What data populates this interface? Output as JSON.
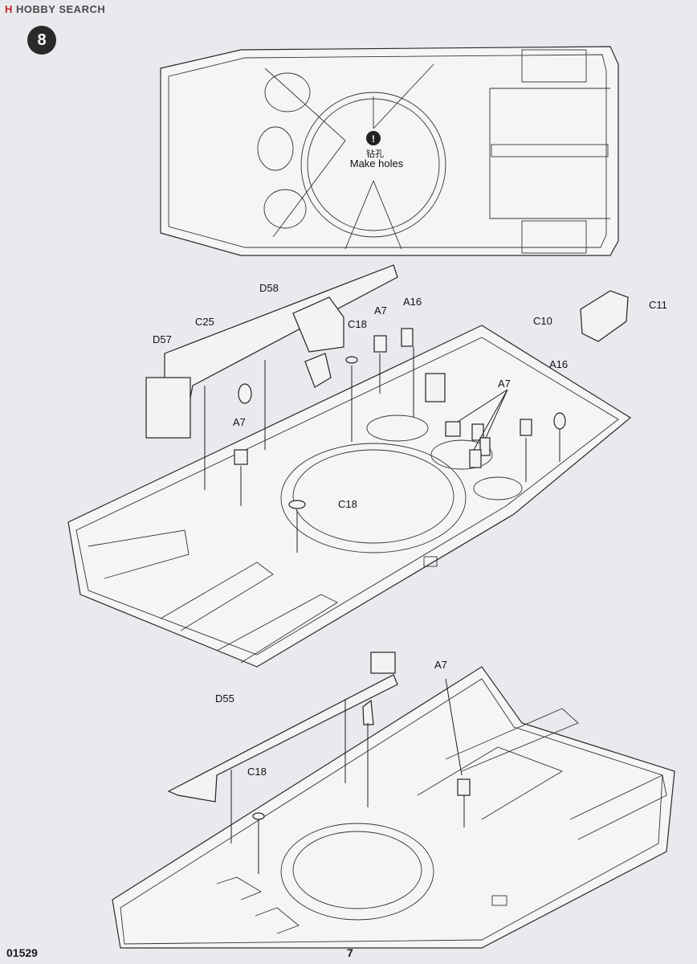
{
  "watermark": {
    "brand": "H",
    "text": "HOBBY SEARCH"
  },
  "step_number": "8",
  "make_holes": {
    "symbol": "!",
    "cn": "钻孔",
    "en": "Make holes"
  },
  "labels": {
    "D58": "D58",
    "C25": "C25",
    "D57": "D57",
    "C18_a": "C18",
    "A7_a": "A7",
    "A16_a": "A16",
    "C10": "C10",
    "C11": "C11",
    "A16_b": "A16",
    "A7_b": "A7",
    "A7_c": "A7",
    "C18_b": "C18",
    "D55": "D55",
    "A7_d": "A7",
    "C18_c": "C18"
  },
  "footer": {
    "code": "01529",
    "page": "7"
  }
}
